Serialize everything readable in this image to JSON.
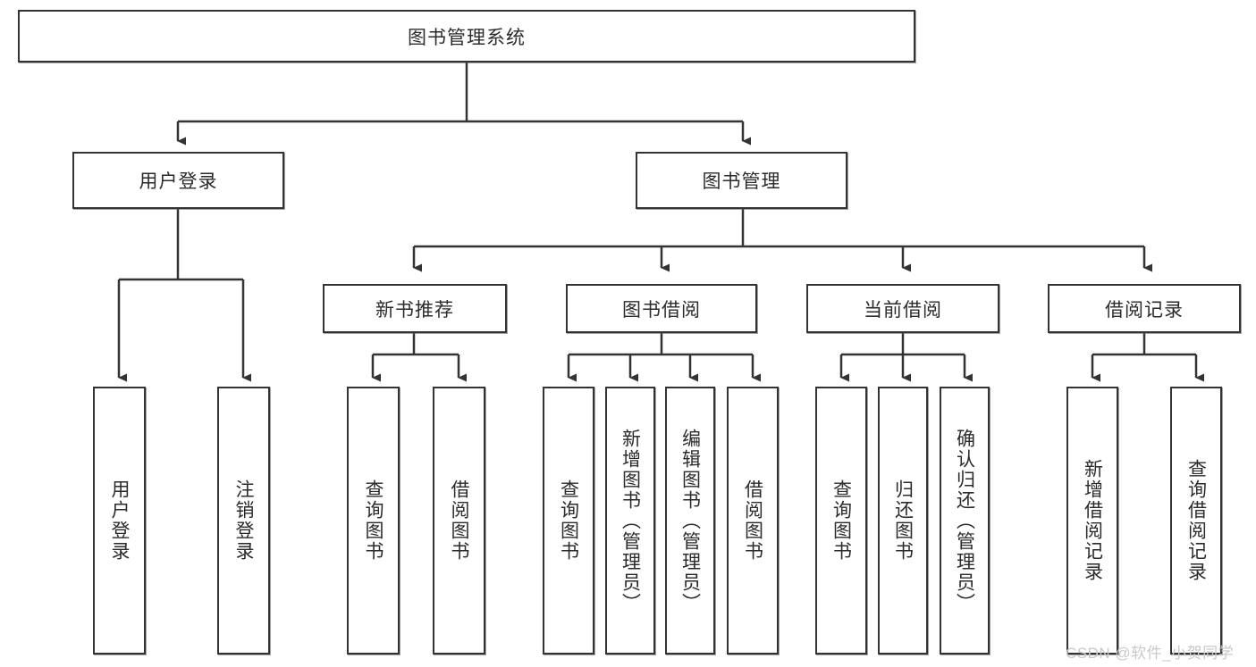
{
  "diagram": {
    "title": "图书管理系统",
    "type": "tree-hierarchy-diagram",
    "root": {
      "id": "root",
      "label": "图书管理系统",
      "orientation": "horizontal"
    },
    "level2": [
      {
        "id": "user-login",
        "label": "用户登录",
        "orientation": "horizontal"
      },
      {
        "id": "book-manage",
        "label": "图书管理",
        "orientation": "horizontal"
      }
    ],
    "level3": [
      {
        "id": "new-book-rec",
        "label": "新书推荐",
        "orientation": "horizontal",
        "parent": "book-manage"
      },
      {
        "id": "book-borrow",
        "label": "图书借阅",
        "orientation": "horizontal",
        "parent": "book-manage"
      },
      {
        "id": "current-borrow",
        "label": "当前借阅",
        "orientation": "horizontal",
        "parent": "book-manage"
      },
      {
        "id": "borrow-record",
        "label": "借阅记录",
        "orientation": "horizontal",
        "parent": "book-manage"
      }
    ],
    "leaves": [
      {
        "id": "leaf-user-login",
        "label": "用户登录",
        "orientation": "vertical",
        "parent": "user-login"
      },
      {
        "id": "leaf-logout",
        "label": "注销登录",
        "orientation": "vertical",
        "parent": "user-login"
      },
      {
        "id": "leaf-query-book-1",
        "label": "查询图书",
        "orientation": "vertical",
        "parent": "new-book-rec"
      },
      {
        "id": "leaf-borrow-book-1",
        "label": "借阅图书",
        "orientation": "vertical",
        "parent": "new-book-rec"
      },
      {
        "id": "leaf-query-book-2",
        "label": "查询图书",
        "orientation": "vertical",
        "parent": "book-borrow"
      },
      {
        "id": "leaf-add-book",
        "label": "新增图书（管理员）",
        "orientation": "vertical",
        "parent": "book-borrow"
      },
      {
        "id": "leaf-edit-book",
        "label": "编辑图书（管理员）",
        "orientation": "vertical",
        "parent": "book-borrow"
      },
      {
        "id": "leaf-borrow-book-2",
        "label": "借阅图书",
        "orientation": "vertical",
        "parent": "book-borrow"
      },
      {
        "id": "leaf-query-book-3",
        "label": "查询图书",
        "orientation": "vertical",
        "parent": "current-borrow"
      },
      {
        "id": "leaf-return-book",
        "label": "归还图书",
        "orientation": "vertical",
        "parent": "current-borrow"
      },
      {
        "id": "leaf-confirm-return",
        "label": "确认归还（管理员）",
        "orientation": "vertical",
        "parent": "current-borrow"
      },
      {
        "id": "leaf-add-record",
        "label": "新增借阅记录",
        "orientation": "vertical",
        "parent": "borrow-record"
      },
      {
        "id": "leaf-query-record",
        "label": "查询借阅记录",
        "orientation": "vertical",
        "parent": "borrow-record"
      }
    ],
    "colors": {
      "box_border": "#333333",
      "box_fill": "#ffffff",
      "connector": "#333333",
      "text": "#2b2b2b",
      "watermark": "#c9c9c9",
      "background": "#ffffff"
    }
  },
  "watermark": {
    "text": "CSDN @软件_小贺同学"
  }
}
